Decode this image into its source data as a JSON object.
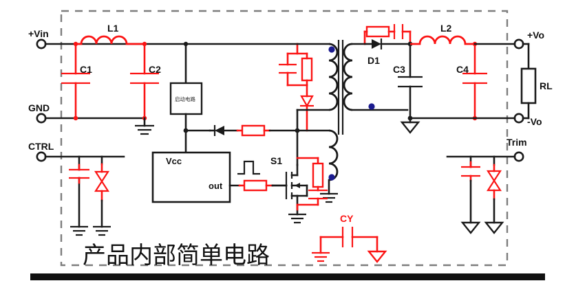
{
  "diagram": {
    "title_cn": "产品内部简单电路",
    "title_en_meaning": "Product Internal Simple Circuit",
    "boundary": "dashed-isolation-boundary"
  },
  "colors": {
    "wire_black": "#1a1a1a",
    "wire_red": "#fb1414",
    "polarity_dot": "#1b1b8f",
    "boundary_dash": "#7d7d7d",
    "background": "#ffffff",
    "bottom_bar": "#111111"
  },
  "terminals": {
    "left": [
      {
        "id": "vin-plus",
        "label": "+Vin"
      },
      {
        "id": "gnd",
        "label": "GND"
      },
      {
        "id": "ctrl",
        "label": "CTRL"
      }
    ],
    "right": [
      {
        "id": "vo-plus",
        "label": "+Vo"
      },
      {
        "id": "vo-minus",
        "label": "-Vo"
      },
      {
        "id": "trim",
        "label": "Trim"
      }
    ]
  },
  "components": {
    "inductors": [
      {
        "id": "L1",
        "label": "L1",
        "color": "red",
        "section": "input-filter"
      },
      {
        "id": "L2",
        "label": "L2",
        "color": "red",
        "section": "output-filter"
      }
    ],
    "capacitors": [
      {
        "id": "C1",
        "label": "C1",
        "color": "red",
        "section": "input-filter"
      },
      {
        "id": "C2",
        "label": "C2",
        "color": "red",
        "section": "input-filter"
      },
      {
        "id": "C3",
        "label": "C3",
        "color": "black",
        "section": "output-filter"
      },
      {
        "id": "C4",
        "label": "C4",
        "color": "red",
        "section": "output-filter"
      },
      {
        "id": "CY",
        "label": "CY",
        "color": "red",
        "section": "isolation-y-cap"
      }
    ],
    "diodes": [
      {
        "id": "D1",
        "label": "D1",
        "color": "black",
        "section": "secondary-rectifier"
      }
    ],
    "resistors": [
      {
        "id": "RL",
        "label": "RL",
        "color": "black",
        "section": "load"
      }
    ],
    "switches": [
      {
        "id": "S1",
        "label": "S1",
        "type": "n-mosfet",
        "color": "black",
        "section": "primary-switch"
      }
    ],
    "blocks": [
      {
        "id": "startup",
        "label": "启动电路",
        "meaning": "startup circuit"
      },
      {
        "id": "controller",
        "pin_vcc": "Vcc",
        "pin_out": "out",
        "waveform": "pulse"
      }
    ],
    "unlabeled": [
      {
        "id": "snubber-rc",
        "desc": "primary RC snubber",
        "color": "red"
      },
      {
        "id": "snubber-diode",
        "desc": "primary clamp diode",
        "color": "red"
      },
      {
        "id": "gate-resistor",
        "desc": "gate series resistor",
        "color": "red"
      },
      {
        "id": "vcc-diode",
        "desc": "aux winding rectifier diode",
        "color": "black"
      },
      {
        "id": "vcc-resistor",
        "desc": "aux winding series resistor",
        "color": "red"
      },
      {
        "id": "sense-rc",
        "desc": "current sense R and C",
        "color": "red"
      },
      {
        "id": "secondary-rc-snubber",
        "desc": "secondary RC snubber",
        "color": "red"
      },
      {
        "id": "ctrl-cap",
        "desc": "CTRL filter capacitor",
        "color": "red"
      },
      {
        "id": "ctrl-tvs",
        "desc": "CTRL TVS / zener",
        "color": "red"
      },
      {
        "id": "trim-cap",
        "desc": "Trim filter capacitor",
        "color": "red"
      },
      {
        "id": "trim-tvs",
        "desc": "Trim TVS / zener",
        "color": "red"
      }
    ],
    "transformer": {
      "id": "T1",
      "windings": [
        "primary",
        "secondary",
        "auxiliary"
      ],
      "dots": 3,
      "core": "double-bar"
    },
    "grounds": {
      "primary_earth_symbols": 6,
      "secondary_triangle_symbols": 4
    }
  }
}
